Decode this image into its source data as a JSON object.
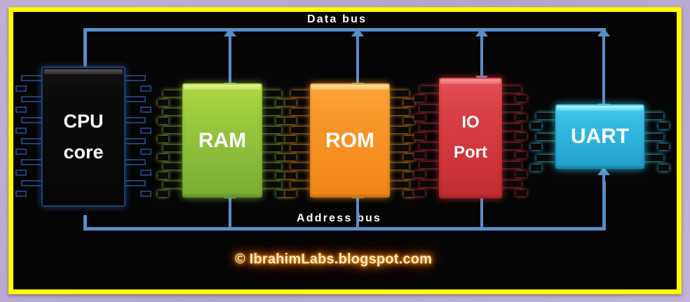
{
  "diagram": {
    "title": "Microcontroller block diagram",
    "background_color": "#050505",
    "frame_color": "#ffff00",
    "outer_color": "#b9a8d0",
    "bus_color": "#5b8cc8"
  },
  "buses": {
    "data_bus": {
      "label": "Data bus",
      "arrow_type": "bidirectional"
    },
    "address_bus": {
      "label": "Address bus",
      "arrow_type": "unidirectional"
    }
  },
  "blocks": [
    {
      "id": "cpu",
      "label_line1": "CPU",
      "label_line2": "core",
      "color": "#0a0a0a",
      "pin_color": "#1d3f73",
      "glow": "#2a5490"
    },
    {
      "id": "ram",
      "label_line1": "RAM",
      "label_line2": "",
      "color": "#8cc63f",
      "pin_color": "#0a0a0a",
      "glow": "#9ccc45"
    },
    {
      "id": "rom",
      "label_line1": "ROM",
      "label_line2": "",
      "color": "#f7941e",
      "pin_color": "#0a0a0a",
      "glow": "#ff9e22"
    },
    {
      "id": "io-port",
      "label_line1": "IO",
      "label_line2": "Port",
      "color": "#d4373c",
      "pin_color": "#0a0a0a",
      "glow": "#e33b40"
    },
    {
      "id": "uart",
      "label_line1": "UART",
      "label_line2": "",
      "color": "#31b4dd",
      "pin_color": "#0a0a0a",
      "glow": "#3fd2f5"
    }
  ],
  "watermark": {
    "text": "© IbrahimLabs.blogspot.com",
    "color": "#fde8c8",
    "glow_color": "#ff9900"
  }
}
